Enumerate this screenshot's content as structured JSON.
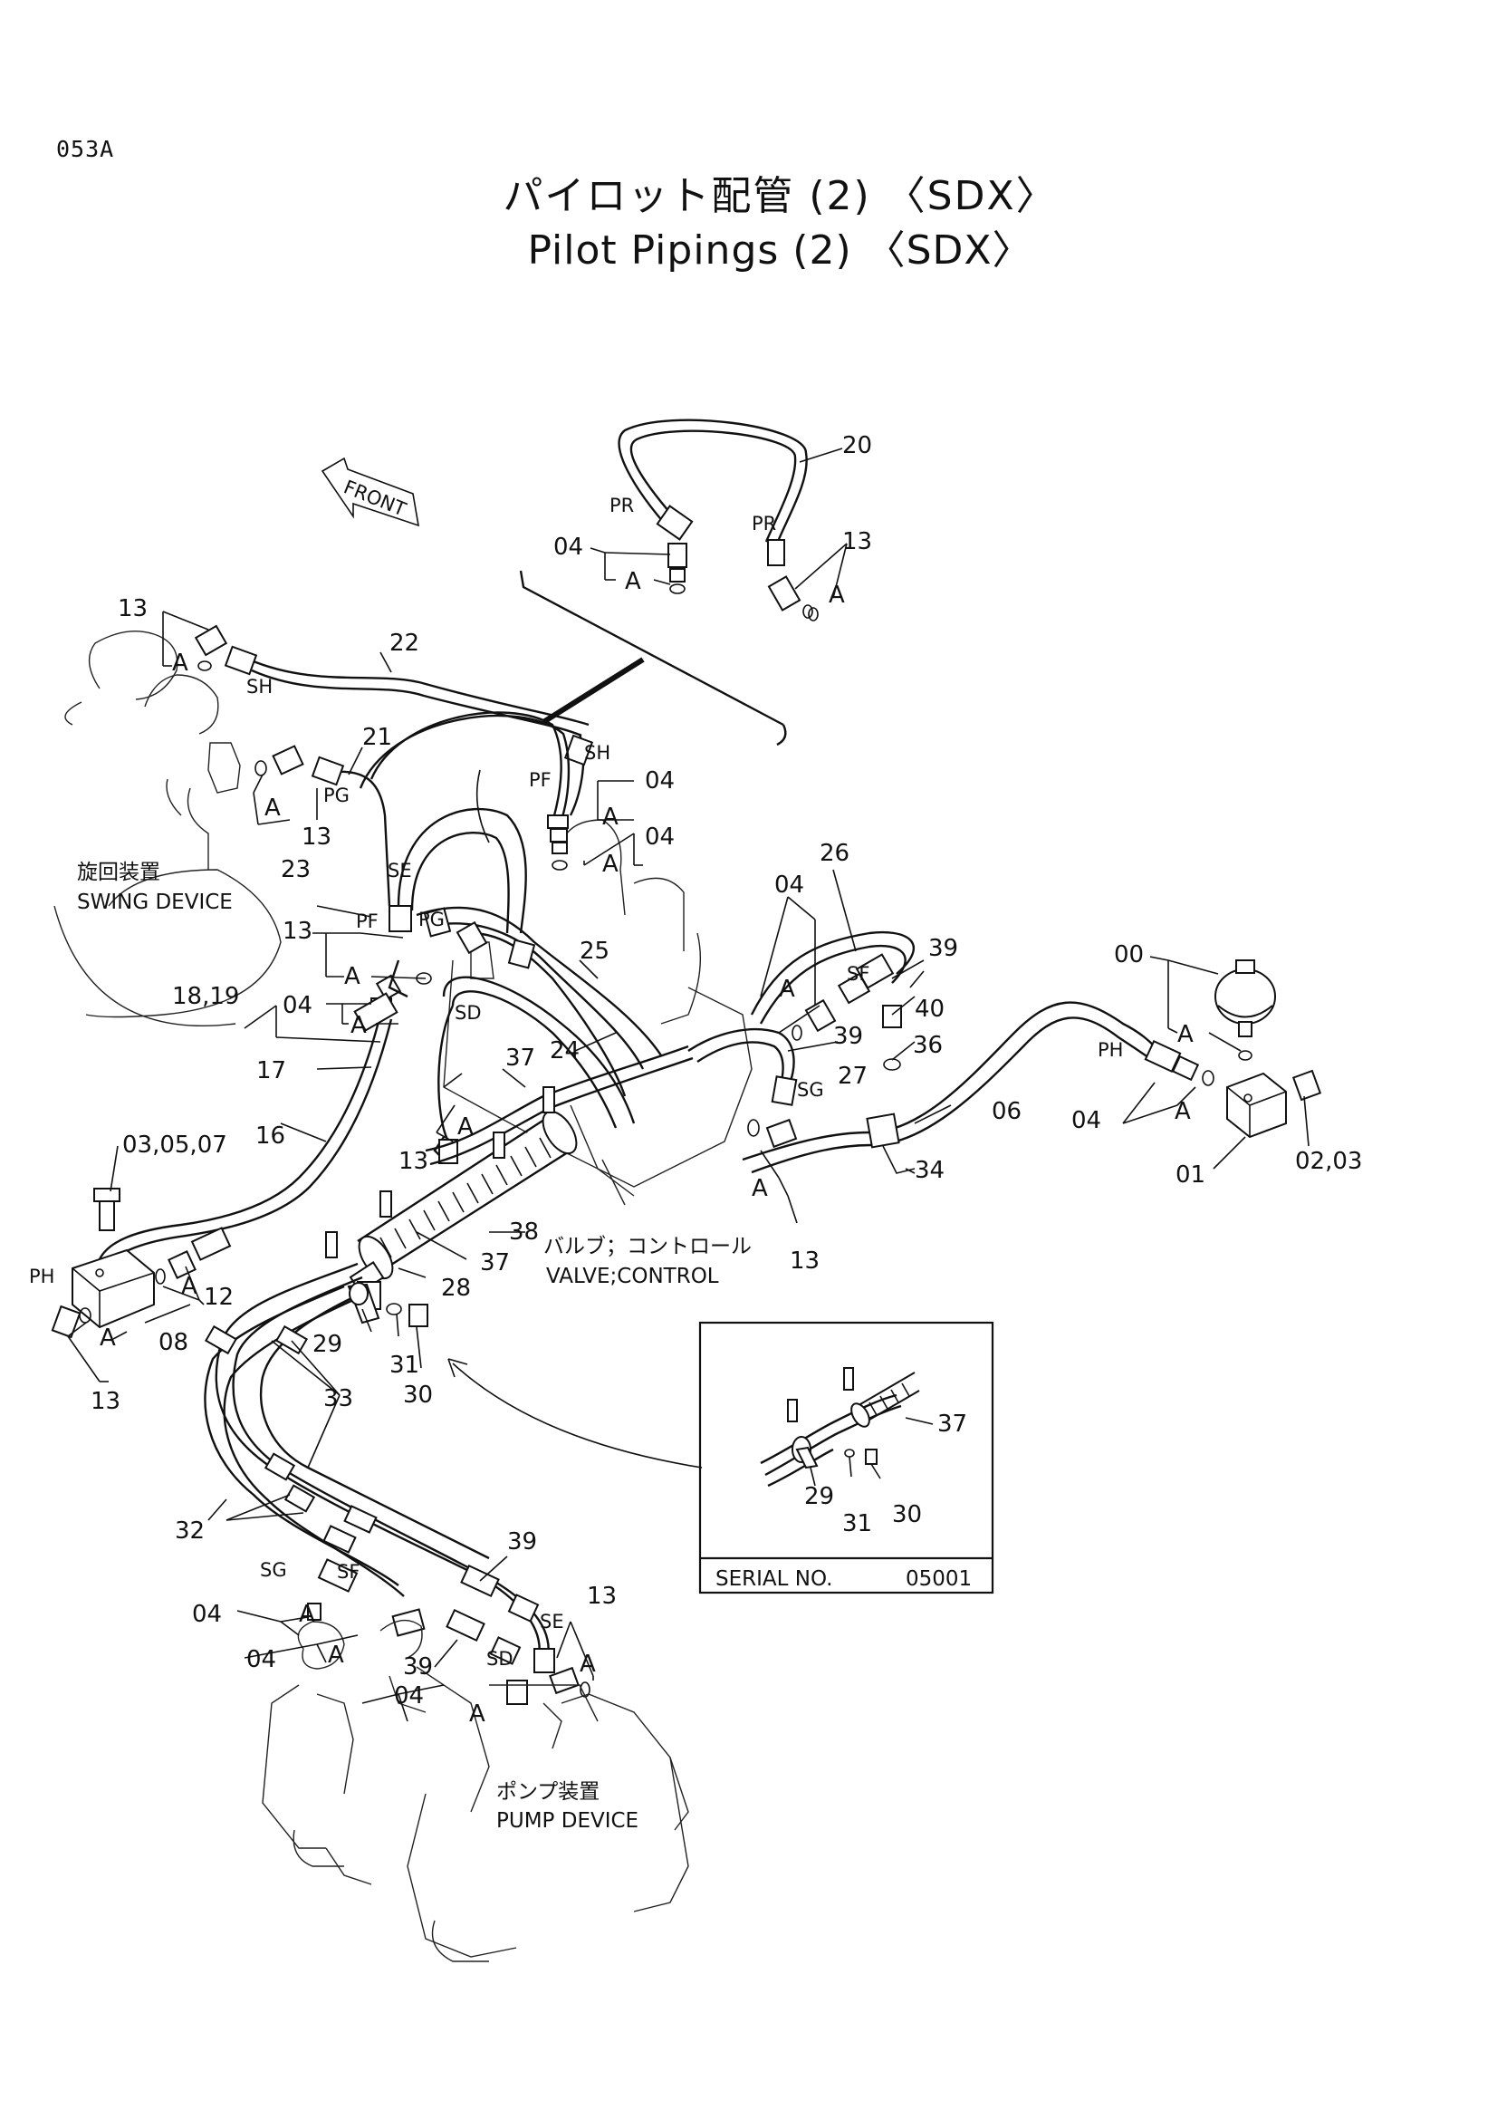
{
  "page_code": "053A",
  "title_jp": "パイロット配管 (2) 〈SDX〉",
  "title_en": "Pilot Pipings (2) 〈SDX〉",
  "front_label": "FRONT",
  "components": {
    "swing_jp": "旋回装置",
    "swing_en": "SWING DEVICE",
    "valve_jp": "バルブ；コントロール",
    "valve_en": "VALVE;CONTROL",
    "pump_jp": "ポンプ装置",
    "pump_en": "PUMP DEVICE"
  },
  "inset": {
    "serial_label": "SERIAL NO.",
    "serial_value": "05001",
    "callouts": [
      "37",
      "29",
      "31",
      "30"
    ]
  },
  "ports": [
    "PR",
    "PR",
    "SH",
    "SH",
    "PF",
    "PG",
    "SE",
    "PF",
    "PG",
    "SD",
    "SF",
    "SG",
    "PH",
    "PH",
    "SG",
    "SF",
    "SE",
    "SD"
  ],
  "part_callouts": [
    "20",
    "04",
    "A",
    "13",
    "A",
    "13",
    "A",
    "22",
    "21",
    "A",
    "13",
    "04",
    "A",
    "04",
    "A",
    "26",
    "04",
    "A",
    "39",
    "23",
    "13",
    "A",
    "04",
    "A",
    "18,19",
    "17",
    "25",
    "24",
    "37",
    "A",
    "13",
    "39",
    "40",
    "36",
    "27",
    "06",
    "00",
    "A",
    "04",
    "A",
    "02,03",
    "01",
    "34",
    "A",
    "13",
    "16",
    "03,05,07",
    "38",
    "37",
    "28",
    "A",
    "12",
    "08",
    "A",
    "13",
    "29",
    "31",
    "30",
    "33",
    "32",
    "39",
    "04",
    "A",
    "04",
    "A",
    "13",
    "A",
    "39",
    "04",
    "A"
  ]
}
